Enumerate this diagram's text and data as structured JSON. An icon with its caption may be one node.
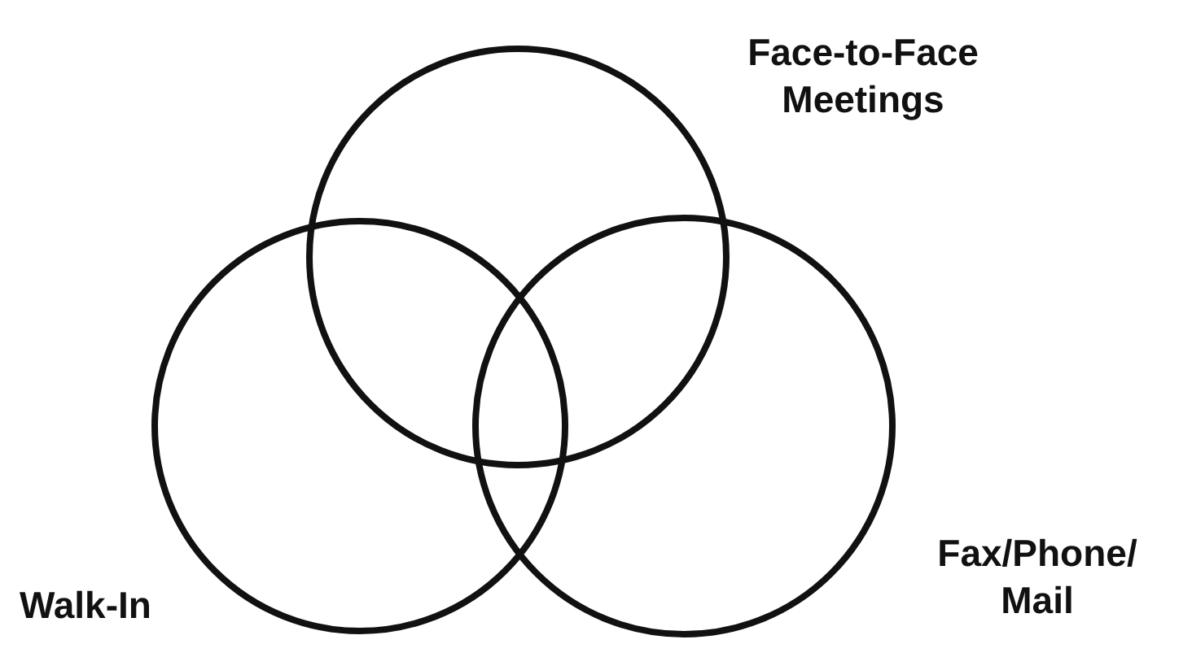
{
  "diagram": {
    "nodes": [
      {
        "text": [
          "Face-to-Face Meetings"
        ]
      },
      {
        "text": [
          "Walk-In"
        ]
      },
      {
        "text": [
          "Fax/Phone/ Mail"
        ]
      }
    ]
  }
}
